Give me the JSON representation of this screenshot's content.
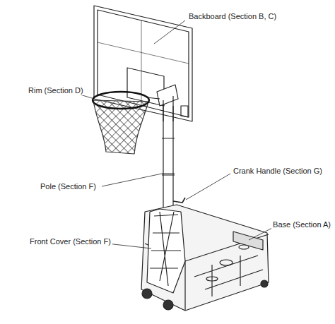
{
  "diagram": {
    "labels": [
      "Backboard (Section B, C)",
      "Rim (Section D)",
      "Crank Handle (Section G)",
      "Pole (Section F)",
      "Front Cover (Section F)",
      "Base (Section A)"
    ]
  }
}
